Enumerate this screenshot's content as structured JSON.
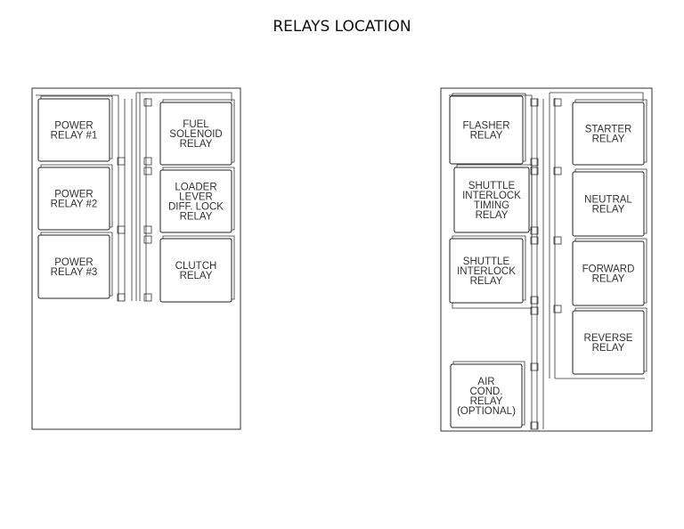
{
  "title": "RELAYS LOCATION",
  "left_panel": {
    "relays": [
      {
        "id": "power-relay-1",
        "lines": [
          "POWER",
          "RELAY #1"
        ]
      },
      {
        "id": "power-relay-2",
        "lines": [
          "POWER",
          "RELAY #2"
        ]
      },
      {
        "id": "power-relay-3",
        "lines": [
          "POWER",
          "RELAY #3"
        ]
      },
      {
        "id": "fuel-solenoid-relay",
        "lines": [
          "FUEL",
          "SOLENOID",
          "RELAY"
        ]
      },
      {
        "id": "loader-lever-diff-lock-relay",
        "lines": [
          "LOADER",
          "LEVER",
          "DIFF. LOCK",
          "RELAY"
        ]
      },
      {
        "id": "clutch-relay",
        "lines": [
          "CLUTCH",
          "RELAY"
        ]
      }
    ]
  },
  "right_panel": {
    "relays": [
      {
        "id": "flasher-relay",
        "lines": [
          "FLASHER",
          "RELAY"
        ]
      },
      {
        "id": "shuttle-interlock-timing-relay",
        "lines": [
          "SHUTTLE",
          "INTERLOCK",
          "TIMING",
          "RELAY"
        ]
      },
      {
        "id": "shuttle-interlock-relay",
        "lines": [
          "SHUTTLE",
          "INTERLOCK",
          "RELAY"
        ]
      },
      {
        "id": "air-cond-relay",
        "lines": [
          "AIR",
          "COND.",
          "RELAY",
          "(OPTIONAL)"
        ]
      },
      {
        "id": "starter-relay",
        "lines": [
          "STARTER",
          "RELAY"
        ]
      },
      {
        "id": "neutral-relay",
        "lines": [
          "NEUTRAL",
          "RELAY"
        ]
      },
      {
        "id": "forward-relay",
        "lines": [
          "FORWARD",
          "RELAY"
        ]
      },
      {
        "id": "reverse-relay",
        "lines": [
          "REVERSE",
          "RELAY"
        ]
      }
    ]
  }
}
